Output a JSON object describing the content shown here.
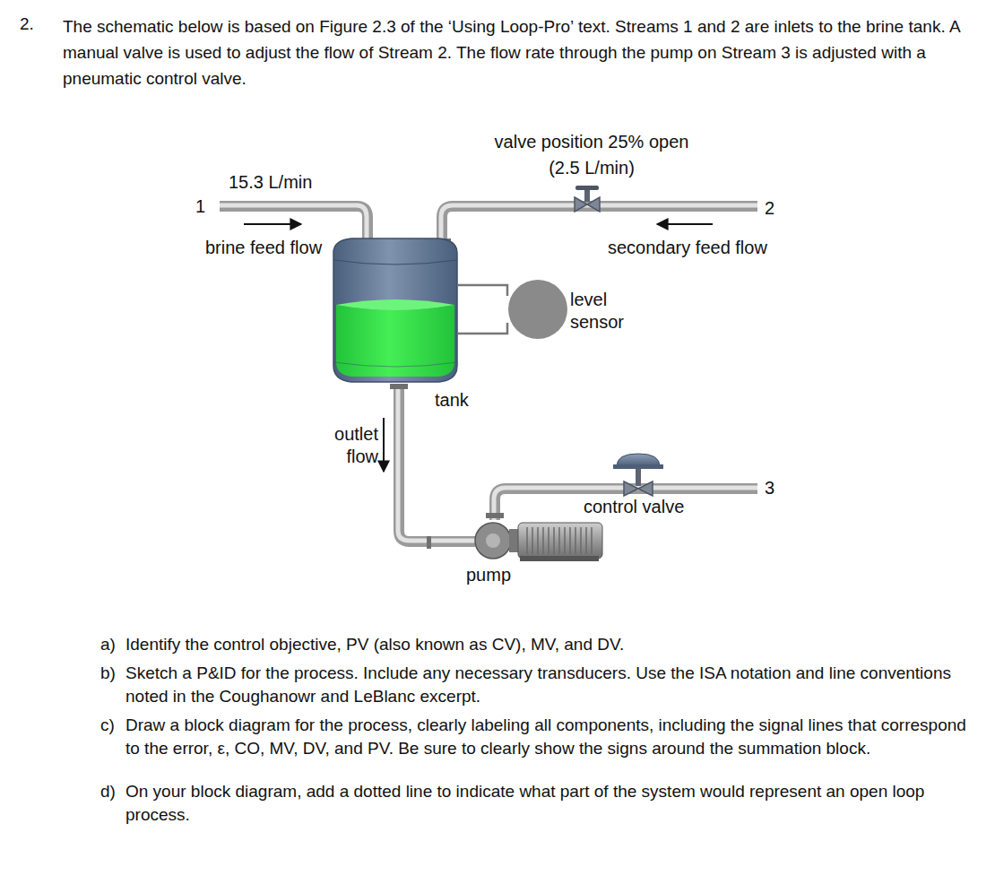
{
  "diagram": {
    "labels": [
      "2.",
      "The schematic below is based on Figure 2.3 of the ‘Using Loop-Pro’ text. Streams 1 and 2 are inlets to the brine tank. A manual valve is used to adjust the flow of Stream 2. The flow rate through the pump on Stream 3 is adjusted with a pneumatic control valve.",
      "15.3 L/min",
      "1",
      "brine feed flow",
      "valve position 25% open",
      "(2.5 L/min)",
      "2",
      "secondary feed flow",
      "level sensor",
      "tank",
      "outlet flow",
      "control valve",
      "3",
      "pump",
      "a)",
      "Identify the control objective, PV (also known as CV), MV, and DV.",
      "b)",
      "Sketch a P&ID for the process. Include any necessary transducers. Use the ISA notation and line conventions noted in the Coughanowr and LeBlanc excerpt.",
      "c)",
      "Draw a block diagram for the process, clearly labeling all components, including the signal lines that correspond to the error, ε, CO, MV, DV, and PV. Be sure to clearly show the signs around the summation block.",
      "d)",
      "On your block diagram, add a dotted line to indicate what part of the system would represent an open loop process."
    ]
  }
}
